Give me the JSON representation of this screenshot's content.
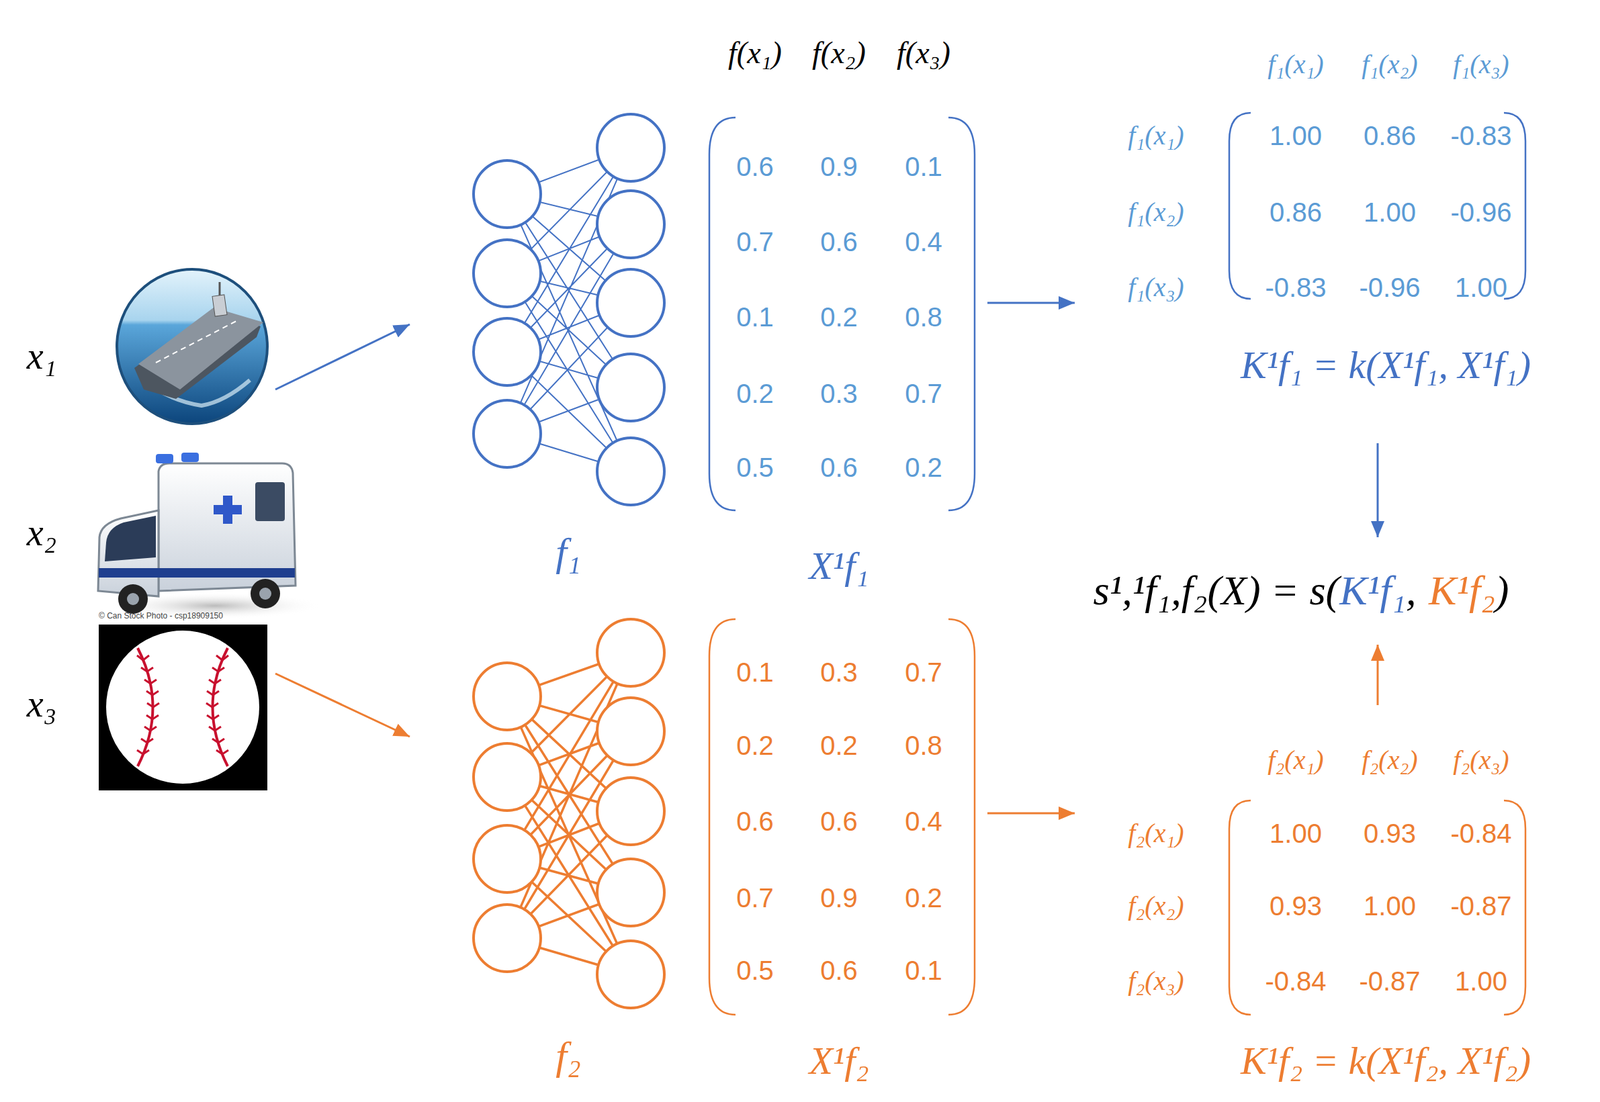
{
  "diagram": {
    "nodes": [
      {
        "text": [
          "x₁"
        ]
      },
      {
        "text": [
          "x₂"
        ]
      },
      {
        "text": [
          "x₃"
        ]
      },
      {
        "text": [
          "f₁"
        ]
      },
      {
        "text": [
          "f(x₁)",
          "f(x₂)",
          "f(x₃)",
          "0.6",
          "0.9",
          "0.1",
          "0.7",
          "0.6",
          "0.4",
          "0.1",
          "0.2",
          "0.8",
          "0.2",
          "0.3",
          "0.7",
          "0.5",
          "0.6",
          "0.2",
          "X¹f₁"
        ]
      },
      {
        "text": [
          "f₂"
        ]
      },
      {
        "text": [
          "0.1",
          "0.3",
          "0.7",
          "0.2",
          "0.2",
          "0.8",
          "0.6",
          "0.6",
          "0.4",
          "0.7",
          "0.9",
          "0.2",
          "0.5",
          "0.6",
          "0.1",
          "X¹f₂"
        ]
      },
      {
        "text": [
          "f₁(x₁)",
          "f₁(x₂)",
          "f₁(x₃)",
          "f₁(x₁)",
          "1.00",
          "0.86",
          "-0.83",
          "f₁(x₂)",
          "0.86",
          "1.00",
          "-0.96",
          "f₁(x₃)",
          "-0.83",
          "-0.96",
          "1.00",
          "K¹f₁ = k(X¹f₁, X¹f₁)"
        ]
      },
      {
        "text": [
          "s¹,¹f₁,f₂(X) = s(",
          "K¹f₁",
          ",",
          "K¹f₂",
          ")"
        ]
      },
      {
        "text": [
          "f₂(x₁)",
          "f₂(x₂)",
          "f₂(x₃)",
          "f₂(x₁)",
          "1.00",
          "0.93",
          "-0.84",
          "f₂(x₂)",
          "0.93",
          "1.00",
          "-0.87",
          "f₂(x₃)",
          "-0.84",
          "-0.87",
          "1.00",
          "K¹f₂ = k(X¹f₂, X¹f₂)"
        ]
      }
    ],
    "edges": [
      {
        "from": 0,
        "to": 3,
        "arrow": "to"
      },
      {
        "from": 2,
        "to": 5,
        "arrow": "to"
      },
      {
        "from": 4,
        "to": 7,
        "arrow": "to"
      },
      {
        "from": 6,
        "to": 9,
        "arrow": "to"
      },
      {
        "from": 7,
        "to": 8,
        "arrow": "to"
      },
      {
        "from": 9,
        "to": 8,
        "arrow": "to"
      }
    ],
    "labels": [
      "© Can Stock Photo - csp18909150"
    ]
  }
}
